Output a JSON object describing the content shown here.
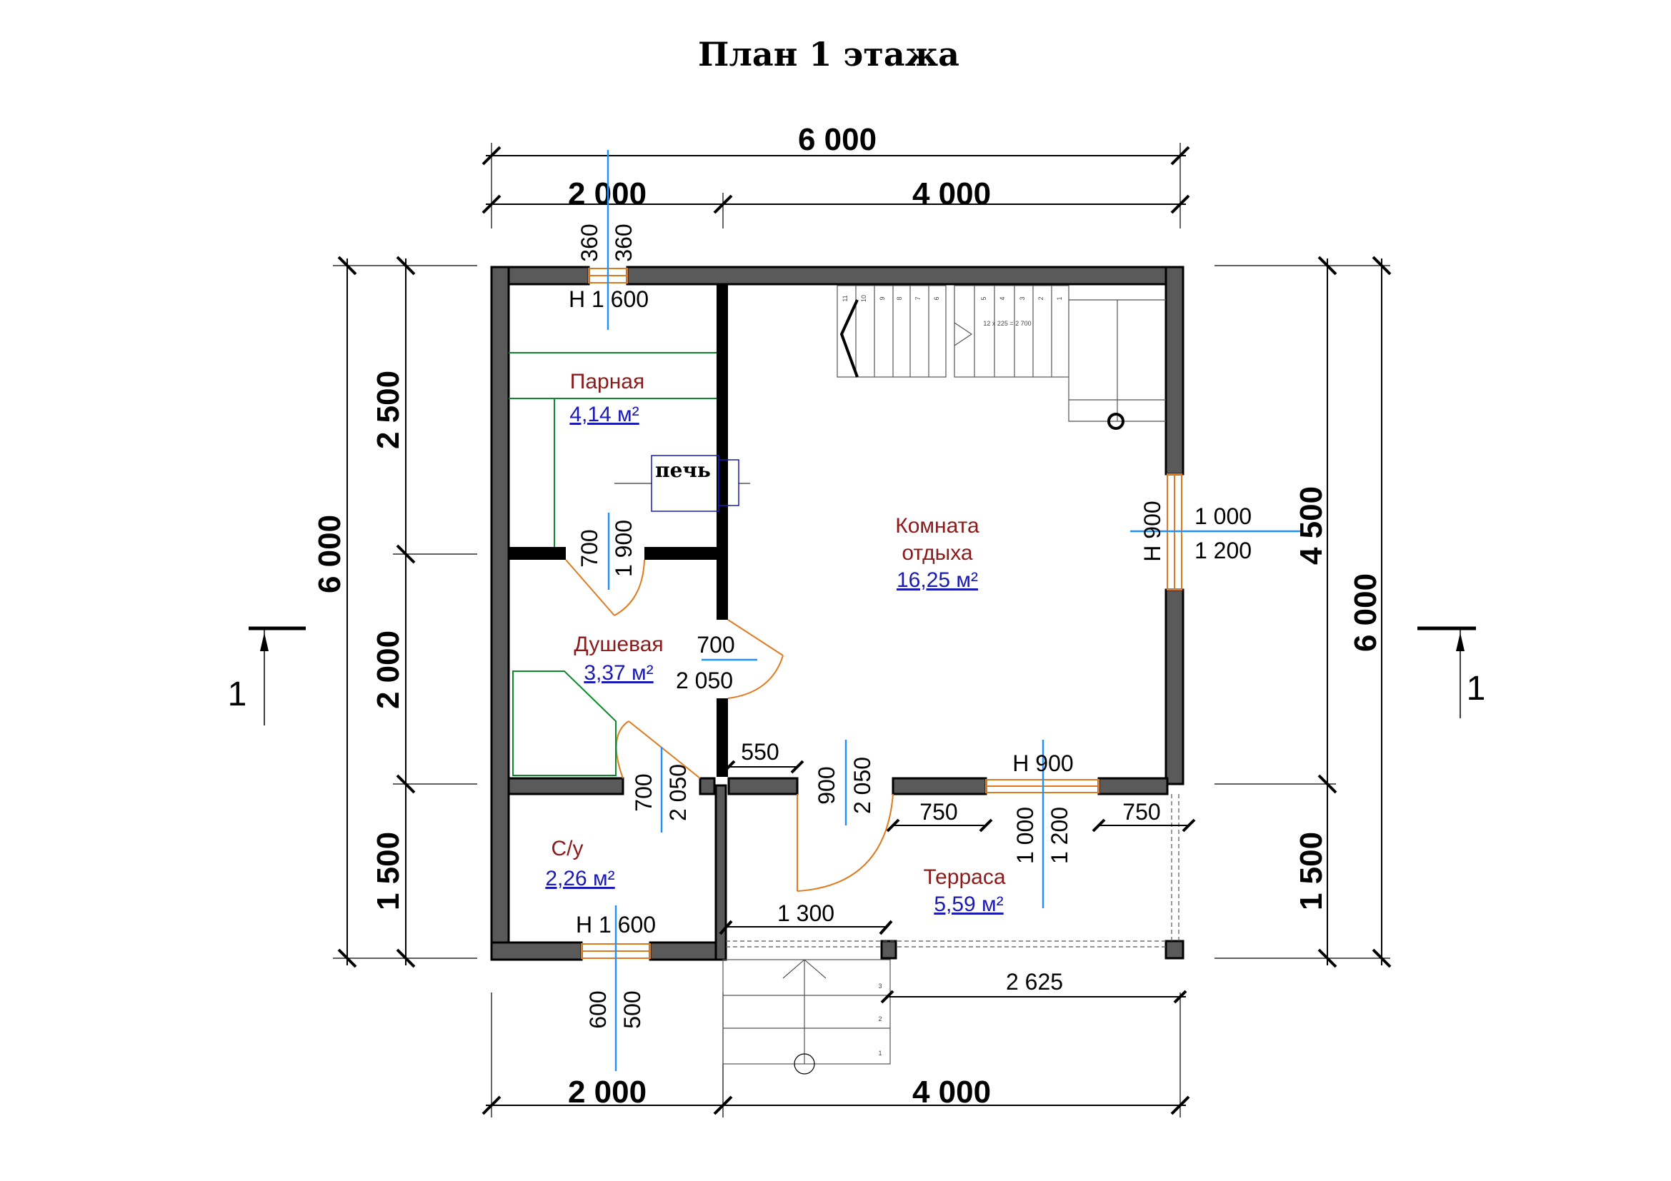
{
  "title": "План 1 этажа",
  "dimensions": {
    "top_total": "6 000",
    "top_left": "2 000",
    "top_right": "4 000",
    "bottom_left": "2 000",
    "bottom_right": "4 000",
    "left_total": "6 000",
    "left_top": "2 500",
    "left_mid": "2 000",
    "left_bot": "1 500",
    "right_total": "6 000",
    "right_top": "4 500",
    "right_bot": "1 500",
    "terrace_width": "2 625",
    "terrace_step": "1 300"
  },
  "section_marks": {
    "left": "1",
    "right": "1"
  },
  "openings": {
    "win_top_a": "360",
    "win_top_b": "360",
    "win_top_h": "Н  1 600",
    "door_steam_w": "700",
    "door_steam_h": "1 900",
    "door_shower_w": "700",
    "door_shower_h": "2 050",
    "door_wc_w": "700",
    "door_wc_h": "2 050",
    "wall_piece": "550",
    "door_main_w": "900",
    "door_main_h": "2 050",
    "win_right_h": "Н  900",
    "win_right_w": "1 000",
    "win_right_ht": "1 200",
    "win_front_h": "Н  900",
    "win_front_w": "1 000",
    "win_front_ht": "1 200",
    "pier_left": "750",
    "pier_right": "750",
    "win_wc_h": "Н  1 600",
    "win_wc_a": "600",
    "win_wc_b": "500"
  },
  "rooms": {
    "steam": {
      "name": "Парная",
      "area": "4,14 м²"
    },
    "rest": {
      "name_1": "Комната",
      "name_2": "отдыха",
      "area": "16,25 м²"
    },
    "shower": {
      "name": "Душевая",
      "area": "3,37 м²"
    },
    "wc": {
      "name": "С/у",
      "area": "2,26 м²"
    },
    "terrace": {
      "name": "Терраса",
      "area": "5,59 м²"
    }
  },
  "stove_label": "печь",
  "stair": {
    "label": "12 x 225 = 2 700",
    "steps_left": [
      "11",
      "10",
      "9",
      "8",
      "7",
      "6"
    ],
    "steps_right": [
      "5",
      "4",
      "3",
      "2",
      "1"
    ],
    "porch_steps": [
      "3",
      "2",
      "1"
    ]
  }
}
